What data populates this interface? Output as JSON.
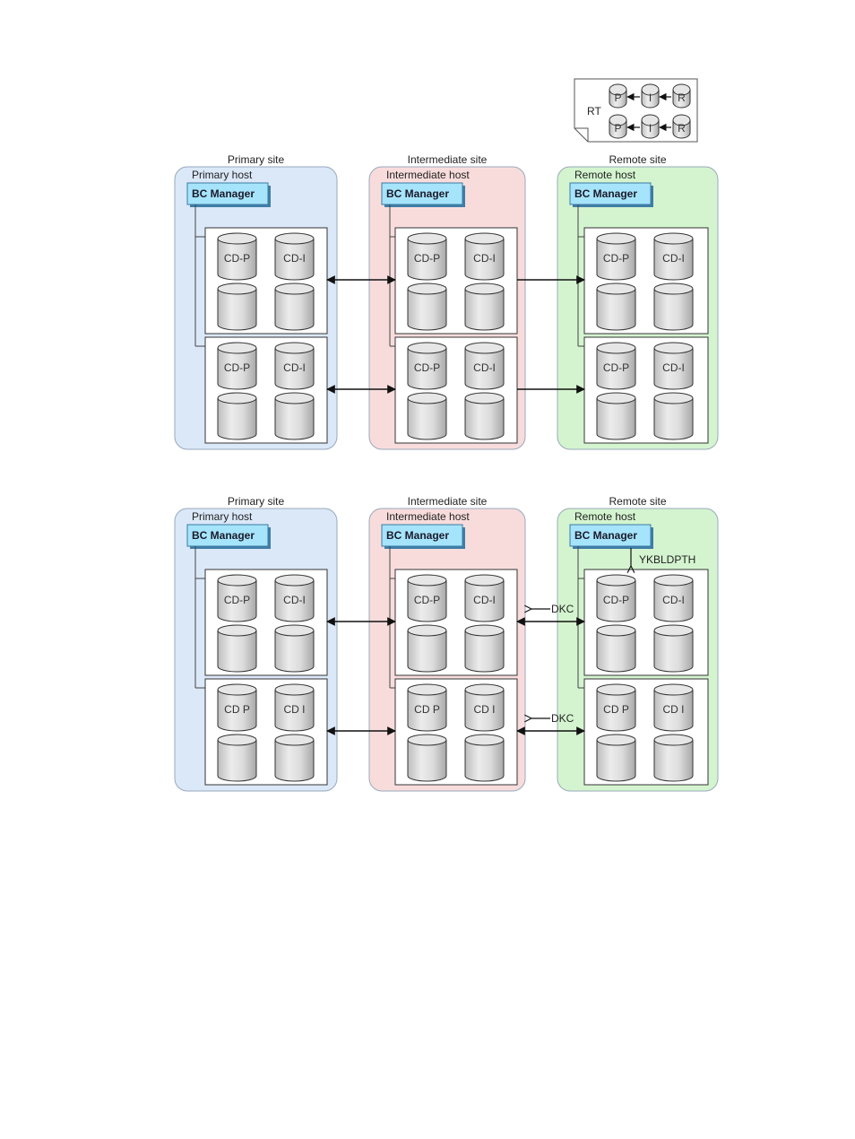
{
  "rt_note": {
    "label": "RT",
    "rows": [
      [
        "P",
        "I",
        "R"
      ],
      [
        "P",
        "I",
        "R"
      ]
    ]
  },
  "diagrams": [
    {
      "sites": [
        {
          "site_label": "Primary site",
          "host_label": "Primary host",
          "manager_label": "BC Manager",
          "color": "#dbe8f8",
          "groups": [
            [
              "CD-P",
              "CD-I"
            ],
            [
              "CD-P",
              "CD-I"
            ]
          ]
        },
        {
          "site_label": "Intermediate site",
          "host_label": "Intermediate host",
          "manager_label": "BC Manager",
          "color": "#f8dcdc",
          "groups": [
            [
              "CD-P",
              "CD-I"
            ],
            [
              "CD-P",
              "CD-I"
            ]
          ]
        },
        {
          "site_label": "Remote site",
          "host_label": "Remote host",
          "manager_label": "BC Manager",
          "color": "#d4f4cf",
          "groups": [
            [
              "CD-P",
              "CD-I"
            ],
            [
              "CD-P",
              "CD-I"
            ]
          ]
        }
      ],
      "remote_link_labels": [
        "",
        ""
      ],
      "manager_command": ""
    },
    {
      "sites": [
        {
          "site_label": "Primary site",
          "host_label": "Primary host",
          "manager_label": "BC Manager",
          "color": "#dbe8f8",
          "groups": [
            [
              "CD-P",
              "CD-I"
            ],
            [
              "CD P",
              "CD I"
            ]
          ]
        },
        {
          "site_label": "Intermediate site",
          "host_label": "Intermediate host",
          "manager_label": "BC Manager",
          "color": "#f8dcdc",
          "groups": [
            [
              "CD-P",
              "CD-I"
            ],
            [
              "CD P",
              "CD I"
            ]
          ]
        },
        {
          "site_label": "Remote site",
          "host_label": "Remote host",
          "manager_label": "BC Manager",
          "color": "#d4f4cf",
          "groups": [
            [
              "CD-P",
              "CD-I"
            ],
            [
              "CD P",
              "CD I"
            ]
          ]
        }
      ],
      "remote_link_labels": [
        "DKC",
        "DKC"
      ],
      "manager_command": "YKBLDPTH"
    }
  ],
  "colors": {
    "primary": "#dbe8f8",
    "intermediate": "#f8dcdc",
    "remote": "#d4f4cf",
    "manager_fill": "#a6e4fb",
    "manager_shadow": "#3f7ea8"
  }
}
